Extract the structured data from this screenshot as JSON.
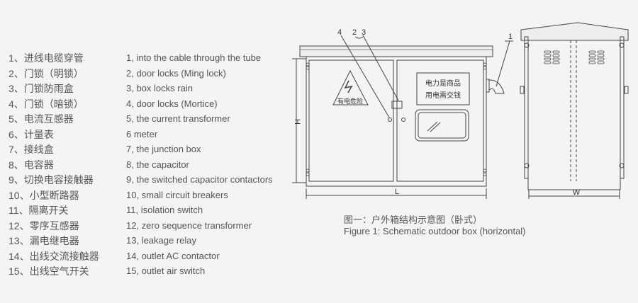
{
  "legend": [
    {
      "zh": "1、进线电缆穿管",
      "en": "1, into the cable through the tube"
    },
    {
      "zh": "2、门锁（明锁）",
      "en": "2, door locks (Ming lock)"
    },
    {
      "zh": "3、门锁防雨盒",
      "en": "3, box locks rain"
    },
    {
      "zh": "4、门锁（暗锁）",
      "en": "4, door locks (Mortice)"
    },
    {
      "zh": "5、电流互感器",
      "en": "5, the current transformer"
    },
    {
      "zh": "6、计量表",
      "en": "6 meter"
    },
    {
      "zh": "7、接线盒",
      "en": "7, the junction box"
    },
    {
      "zh": "8、电容器",
      "en": "8, the capacitor"
    },
    {
      "zh": "9、切换电容接触器",
      "en": "9, the switched capacitor contactors"
    },
    {
      "zh": "10、小型断路器",
      "en": "10, small circuit breakers"
    },
    {
      "zh": "11、隔离开关",
      "en": "11, isolation switch"
    },
    {
      "zh": "12、零序互感器",
      "en": "12, zero sequence transformer"
    },
    {
      "zh": "13、漏电继电器",
      "en": "13, leakage relay"
    },
    {
      "zh": "14、出线交流接触器",
      "en": "14, outlet AC contactor"
    },
    {
      "zh": "15、出线空气开关",
      "en": "15, outlet air switch"
    }
  ],
  "diagram": {
    "callouts": [
      "4",
      "2",
      "3",
      "1"
    ],
    "warning_sign": "有电危险",
    "notice_line1": "电力是商品",
    "notice_line2": "用电需交钱",
    "dim_h": "H",
    "dim_l": "L",
    "dim_w": "W"
  },
  "caption": {
    "zh": "图一：户外箱结构示意图（卧式）",
    "en": "Figure 1: Schematic outdoor box (horizontal)"
  }
}
